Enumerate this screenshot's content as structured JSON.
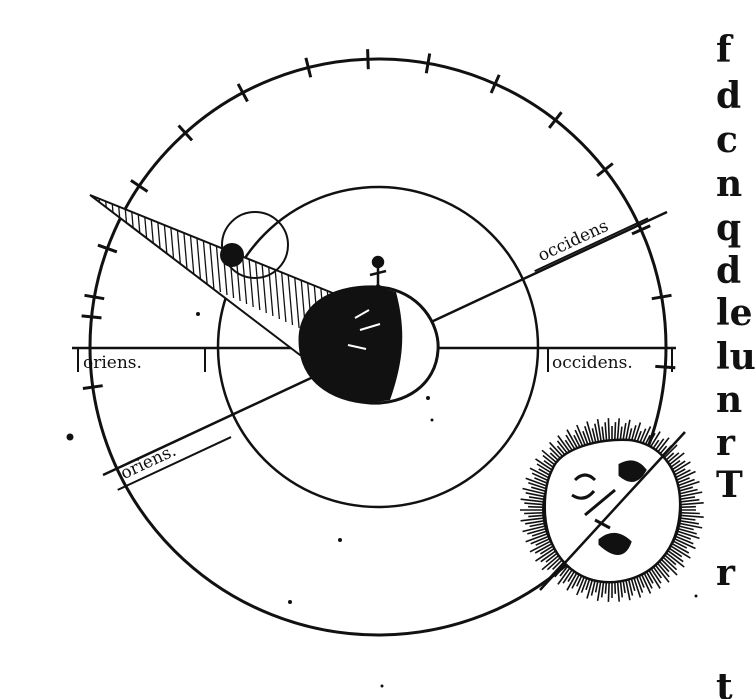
{
  "diagram": {
    "labels": {
      "oriens_horizontal": "oriens.",
      "occidens_horizontal": "occidens.",
      "occidens_diagonal": "occidens",
      "oriens_diagonal": "oriens."
    }
  },
  "margin_text": {
    "lines": [
      "d",
      "c",
      "n",
      "q",
      "d",
      "le",
      "lu",
      "n",
      "r",
      "T",
      "r",
      "t"
    ]
  },
  "colors": {
    "ink": "#111111",
    "paper": "#ffffff"
  }
}
